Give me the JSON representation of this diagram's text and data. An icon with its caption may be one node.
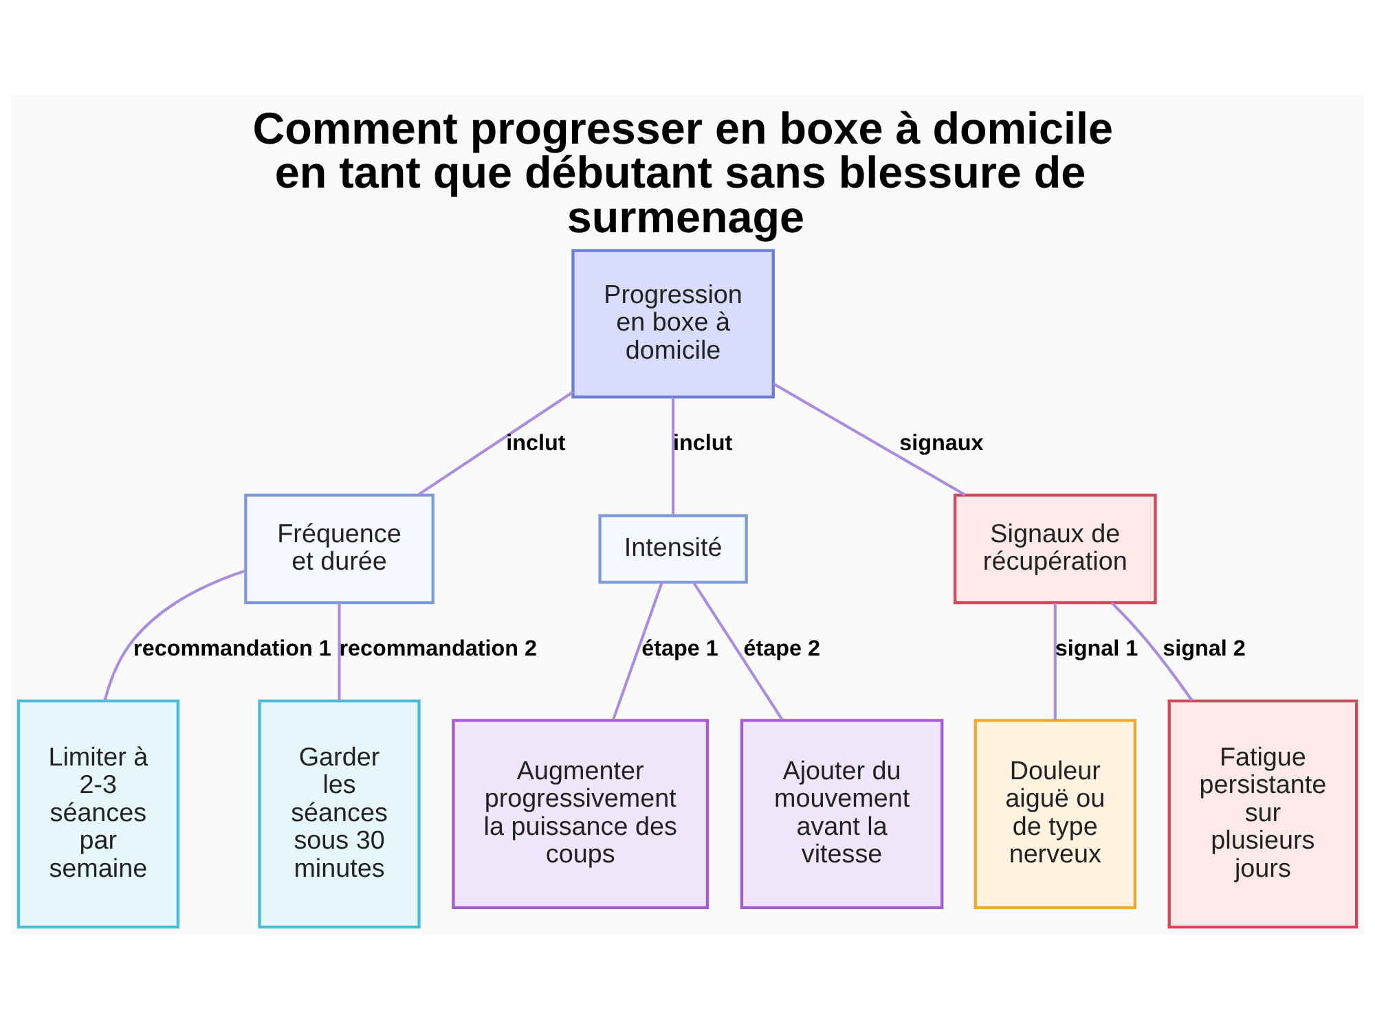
{
  "diagram": {
    "title": "Comment progresser en boxe à domicile en tant que débutant sans blessure de surmenage",
    "nodes": [
      {
        "text": [
          "Progression en boxe à domicile"
        ]
      },
      {
        "text": [
          "Fréquence et durée"
        ]
      },
      {
        "text": [
          "Intensité"
        ]
      },
      {
        "text": [
          "Signaux de récupération"
        ]
      },
      {
        "text": [
          "Limiter à 2-3 séances par semaine"
        ]
      },
      {
        "text": [
          "Garder les séances sous 30 minutes"
        ]
      },
      {
        "text": [
          "Augmenter progressivement la puissance des coups"
        ]
      },
      {
        "text": [
          "Ajouter du mouvement avant la vitesse"
        ]
      },
      {
        "text": [
          "Douleur aiguë ou de type nerveux"
        ]
      },
      {
        "text": [
          "Fatigue persistante sur plusieurs jours"
        ]
      }
    ],
    "edges": [
      {
        "from": 0,
        "to": 1,
        "arrow": "none",
        "label": "inclut"
      },
      {
        "from": 0,
        "to": 2,
        "arrow": "none",
        "label": "inclut"
      },
      {
        "from": 0,
        "to": 3,
        "arrow": "none",
        "label": "signaux"
      },
      {
        "from": 1,
        "to": 4,
        "arrow": "none",
        "label": "recommandation 1"
      },
      {
        "from": 1,
        "to": 5,
        "arrow": "none",
        "label": "recommandation 2"
      },
      {
        "from": 2,
        "to": 6,
        "arrow": "none",
        "label": "étape 1"
      },
      {
        "from": 2,
        "to": 7,
        "arrow": "none",
        "label": "étape 2"
      },
      {
        "from": 3,
        "to": 8,
        "arrow": "none",
        "label": "signal 1"
      },
      {
        "from": 3,
        "to": 9,
        "arrow": "none",
        "label": "signal 2"
      }
    ]
  }
}
